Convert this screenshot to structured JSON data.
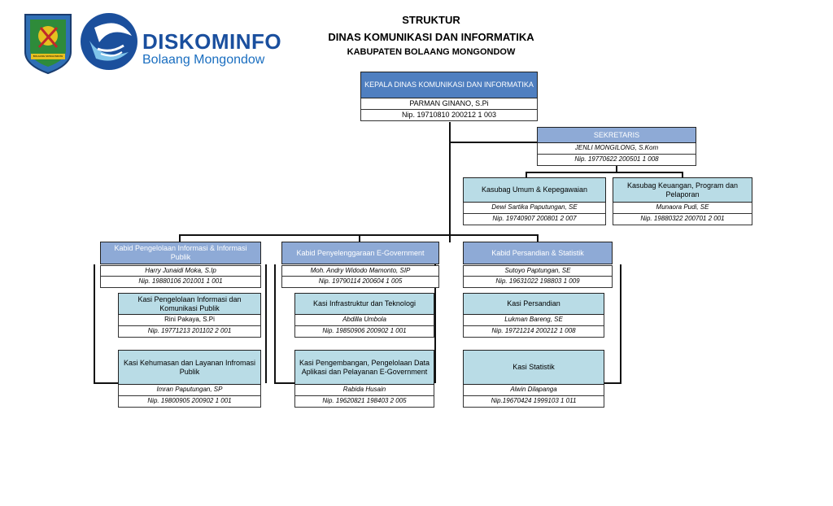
{
  "header": {
    "line1": "STRUKTUR",
    "line2": "DINAS KOMUNIKASI DAN INFORMATIKA",
    "line3": "KABUPATEN BOLAANG MONGONDOW"
  },
  "logo": {
    "seal_text": "BOLAANG MONGONDOW",
    "name": "DISKOMINFO",
    "subtitle": "Bolaang Mongondow"
  },
  "kepala": {
    "title": "KEPALA DINAS KOMUNIKASI DAN INFORMATIKA",
    "name": "PARMAN GINANO, S.Pi",
    "nip": "Nip. 19710810 200212 1 003"
  },
  "sekretaris": {
    "title": "SEKRETARIS",
    "name": "JENLI MONGILONG, S.Kom",
    "nip": "Nip. 19770622 200501 1 008"
  },
  "kasubag": [
    {
      "title": "Kasubag Umum & Kepegawaian",
      "name": "Dewi Sartika Paputungan, SE",
      "nip": "Nip. 19740907 200801 2 007"
    },
    {
      "title": "Kasubag Keuangan, Program dan Pelaporan",
      "name": "Munaora Pudi, SE",
      "nip": "Nip. 19880322 200701 2 001"
    }
  ],
  "kabid": [
    {
      "title": "Kabid Pengelolaan Informasi & Informasi Publik",
      "name": "Harry Junaidi Moka, S.Ip",
      "nip": "Nip. 19880106 201001 1 001"
    },
    {
      "title": "Kabid Penyelenggaraan E-Government",
      "name": "Moh. Andry Widodo Mamonto, SIP",
      "nip": "Nip. 19790114 200604 1 005"
    },
    {
      "title": "Kabid Persandian & Statistik",
      "name": "Sutoyo Paptungan, SE",
      "nip": "Nip. 19631022 198803 1 009"
    }
  ],
  "kasi": [
    {
      "title": "Kasi Pengelolaan Informasi dan Komunikasi Publik",
      "name": "Rini Pakaya, S.Pi",
      "nip": "Nip. 19771213 201102 2 001"
    },
    {
      "title": "Kasi Infrastruktur dan Teknologi",
      "name": "Abdilla Umbola",
      "nip": "Nip. 19850906 200902 1 001"
    },
    {
      "title": "Kasi Persandian",
      "name": "Lukman Bareng, SE",
      "nip": "Nip. 19721214 200212 1 008"
    },
    {
      "title": "Kasi Kehumasan dan Layanan Infromasi Publik",
      "name": "Imran Paputungan, SP",
      "nip": "Nip. 19800905 200902 1 001"
    },
    {
      "title": "Kasi Pengembangan, Pengelolaan Data Aplikasi dan Pelayanan E-Government",
      "name": "Rabida Husain",
      "nip": "Nip. 19620821 198403 2 005"
    },
    {
      "title": "Kasi Statistik",
      "name": "Alwin Dilapanga",
      "nip": "Nip.19670424 1999103 1 011"
    }
  ],
  "colors": {
    "dark_box": "#4f7fc0",
    "mid_box": "#8eaad6",
    "light_box": "#b9dce6",
    "logo_blue": "#1a4f9e"
  }
}
